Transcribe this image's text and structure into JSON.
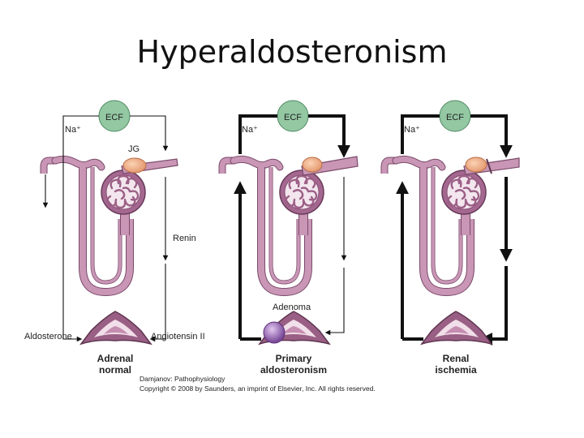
{
  "title": "Hyperaldosteronism",
  "panels": [
    {
      "ecf": "ECF",
      "na": "Na⁺",
      "jg": "JG",
      "renin": "Renin",
      "aldosterone": "Aldosterone",
      "angiotensin": "Angiotensin II",
      "caption_line1": "Adrenal",
      "caption_line2": "normal"
    },
    {
      "ecf": "ECF",
      "na": "Na⁺",
      "adenoma": "Adenoma",
      "caption_line1": "Primary",
      "caption_line2": "aldosteronism"
    },
    {
      "ecf": "ECF",
      "na": "Na⁺",
      "caption_line1": "Renal",
      "caption_line2": "ischemia"
    }
  ],
  "credit_line1": "Damjanov: Pathophysiology",
  "credit_line2": "Copyright © 2008 by Saunders, an imprint of Elsevier, Inc. All rights reserved.",
  "colors": {
    "ecf_circle": "#93c8a3",
    "tubule": "#c996b6",
    "tubule_dark": "#7a4a6a",
    "jg_cells": "#f2b48e",
    "glomerulus": "#9c5f86",
    "adrenal": "#9a5f84",
    "adenoma": "#9a68b3"
  }
}
